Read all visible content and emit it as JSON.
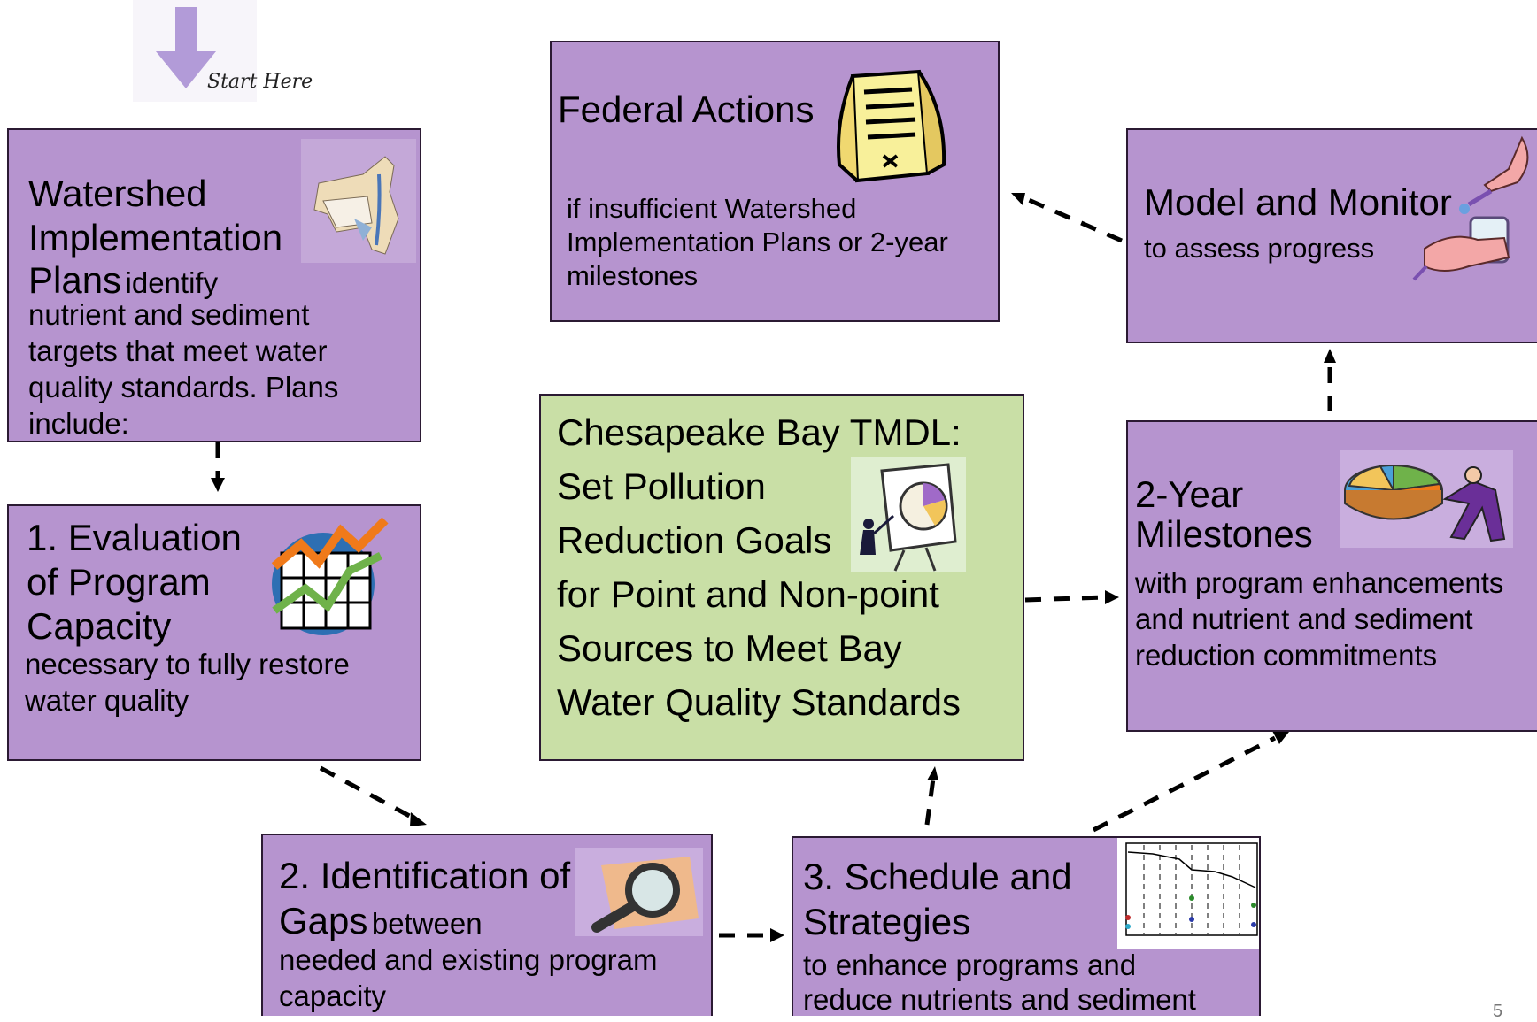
{
  "start": {
    "label": "Start Here"
  },
  "wip": {
    "title_line1": "Watershed",
    "title_line2": "Implementation",
    "title_line3": "Plans",
    "inline": "identify",
    "body": [
      "nutrient and sediment",
      "targets that meet water",
      "quality standards. Plans",
      "include:"
    ],
    "icon": "chesapeake-map-icon"
  },
  "evaluation": {
    "title": [
      "1. Evaluation",
      "of Program",
      "Capacity"
    ],
    "body": [
      "necessary to fully restore",
      "water quality"
    ],
    "icon": "rising-chart-icon"
  },
  "gaps": {
    "title_line1": "2. Identification of",
    "title_line2": "Gaps",
    "inline": "between",
    "body": [
      "needed and existing program",
      "capacity"
    ],
    "icon": "magnifying-glass-icon"
  },
  "schedule": {
    "title": [
      "3. Schedule and",
      "Strategies"
    ],
    "body": [
      "to enhance programs and",
      "reduce nutrients and sediment"
    ],
    "icon": "line-graph-icon"
  },
  "federal": {
    "title": "Federal Actions",
    "body": [
      "if insufficient Watershed",
      "Implementation Plans or 2-year",
      "milestones"
    ],
    "icon": "document-scroll-icon"
  },
  "model": {
    "title": "Model and Monitor",
    "body": "to assess progress",
    "icon": "water-sample-icon"
  },
  "tmdl": {
    "lines": [
      "Chesapeake Bay TMDL:",
      "Set Pollution",
      "Reduction Goals",
      "for Point and Non-point",
      "Sources to Meet Bay",
      "Water Quality Standards"
    ],
    "icon": "presentation-pie-icon"
  },
  "milestones": {
    "title": [
      "2-Year",
      "Milestones"
    ],
    "body": [
      "with program enhancements",
      "and nutrient and sediment",
      "reduction commitments"
    ],
    "icon": "pie-chart-person-icon"
  },
  "page_number": "5",
  "colors": {
    "box_purple": "#b694cf",
    "box_green": "#c9dfa6",
    "border": "#2b1a33",
    "start_arrow": "#b29bd8"
  }
}
